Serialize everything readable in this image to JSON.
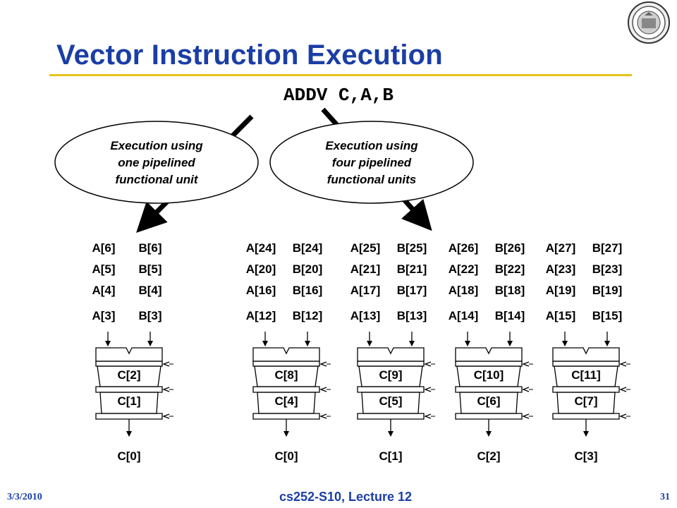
{
  "slide": {
    "title": "Vector Instruction Execution",
    "instruction": "ADDV C,A,B",
    "footer": {
      "date": "3/3/2010",
      "lecture": "cs252-S10, Lecture 12",
      "page": "31"
    }
  },
  "ovals": [
    {
      "lines": [
        "Execution using",
        "one pipelined",
        "functional unit"
      ]
    },
    {
      "lines": [
        "Execution using",
        "four pipelined",
        "functional units"
      ]
    }
  ],
  "units": [
    {
      "a": [
        "A[6]",
        "A[5]",
        "A[4]",
        "A[3]"
      ],
      "b": [
        "B[6]",
        "B[5]",
        "B[4]",
        "B[3]"
      ],
      "stages": [
        "C[2]",
        "C[1]"
      ],
      "out": "C[0]"
    },
    {
      "a": [
        "A[24]",
        "A[20]",
        "A[16]",
        "A[12]"
      ],
      "b": [
        "B[24]",
        "B[20]",
        "B[16]",
        "B[12]"
      ],
      "stages": [
        "C[8]",
        "C[4]"
      ],
      "out": "C[0]"
    },
    {
      "a": [
        "A[25]",
        "A[21]",
        "A[17]",
        "A[13]"
      ],
      "b": [
        "B[25]",
        "B[21]",
        "B[17]",
        "B[13]"
      ],
      "stages": [
        "C[9]",
        "C[5]"
      ],
      "out": "C[1]"
    },
    {
      "a": [
        "A[26]",
        "A[22]",
        "A[18]",
        "A[14]"
      ],
      "b": [
        "B[26]",
        "B[22]",
        "B[18]",
        "B[14]"
      ],
      "stages": [
        "C[10]",
        "C[6]"
      ],
      "out": "C[2]"
    },
    {
      "a": [
        "A[27]",
        "A[23]",
        "A[19]",
        "A[15]"
      ],
      "b": [
        "B[27]",
        "B[23]",
        "B[19]",
        "B[15]"
      ],
      "stages": [
        "C[11]",
        "C[7]"
      ],
      "out": "C[3]"
    }
  ]
}
